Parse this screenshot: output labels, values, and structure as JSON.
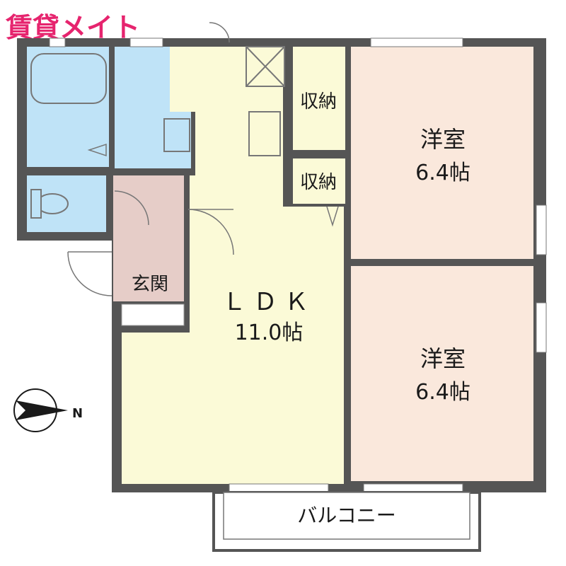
{
  "brand": {
    "logo_text": "賃貸メイト",
    "color": "#e6246e"
  },
  "colors": {
    "wall": "#555555",
    "ldk_floor": "#fbfad7",
    "bedroom_floor": "#fae8dc",
    "wet_area": "#bfe3f7",
    "entrance": "#e6cdc8",
    "storage": "#fbfad7"
  },
  "rooms": {
    "ldk": {
      "name": "ＬＤＫ",
      "area": "11.0帖"
    },
    "bedroom_north": {
      "name": "洋室",
      "area": "6.4帖"
    },
    "bedroom_south": {
      "name": "洋室",
      "area": "6.4帖"
    },
    "storage_top": {
      "name": "収納"
    },
    "storage_mid": {
      "name": "収納"
    },
    "entrance": {
      "name": "玄関"
    },
    "balcony": {
      "name": "バルコニー"
    }
  },
  "compass": {
    "label": "N",
    "icon": "north-arrow-icon"
  }
}
